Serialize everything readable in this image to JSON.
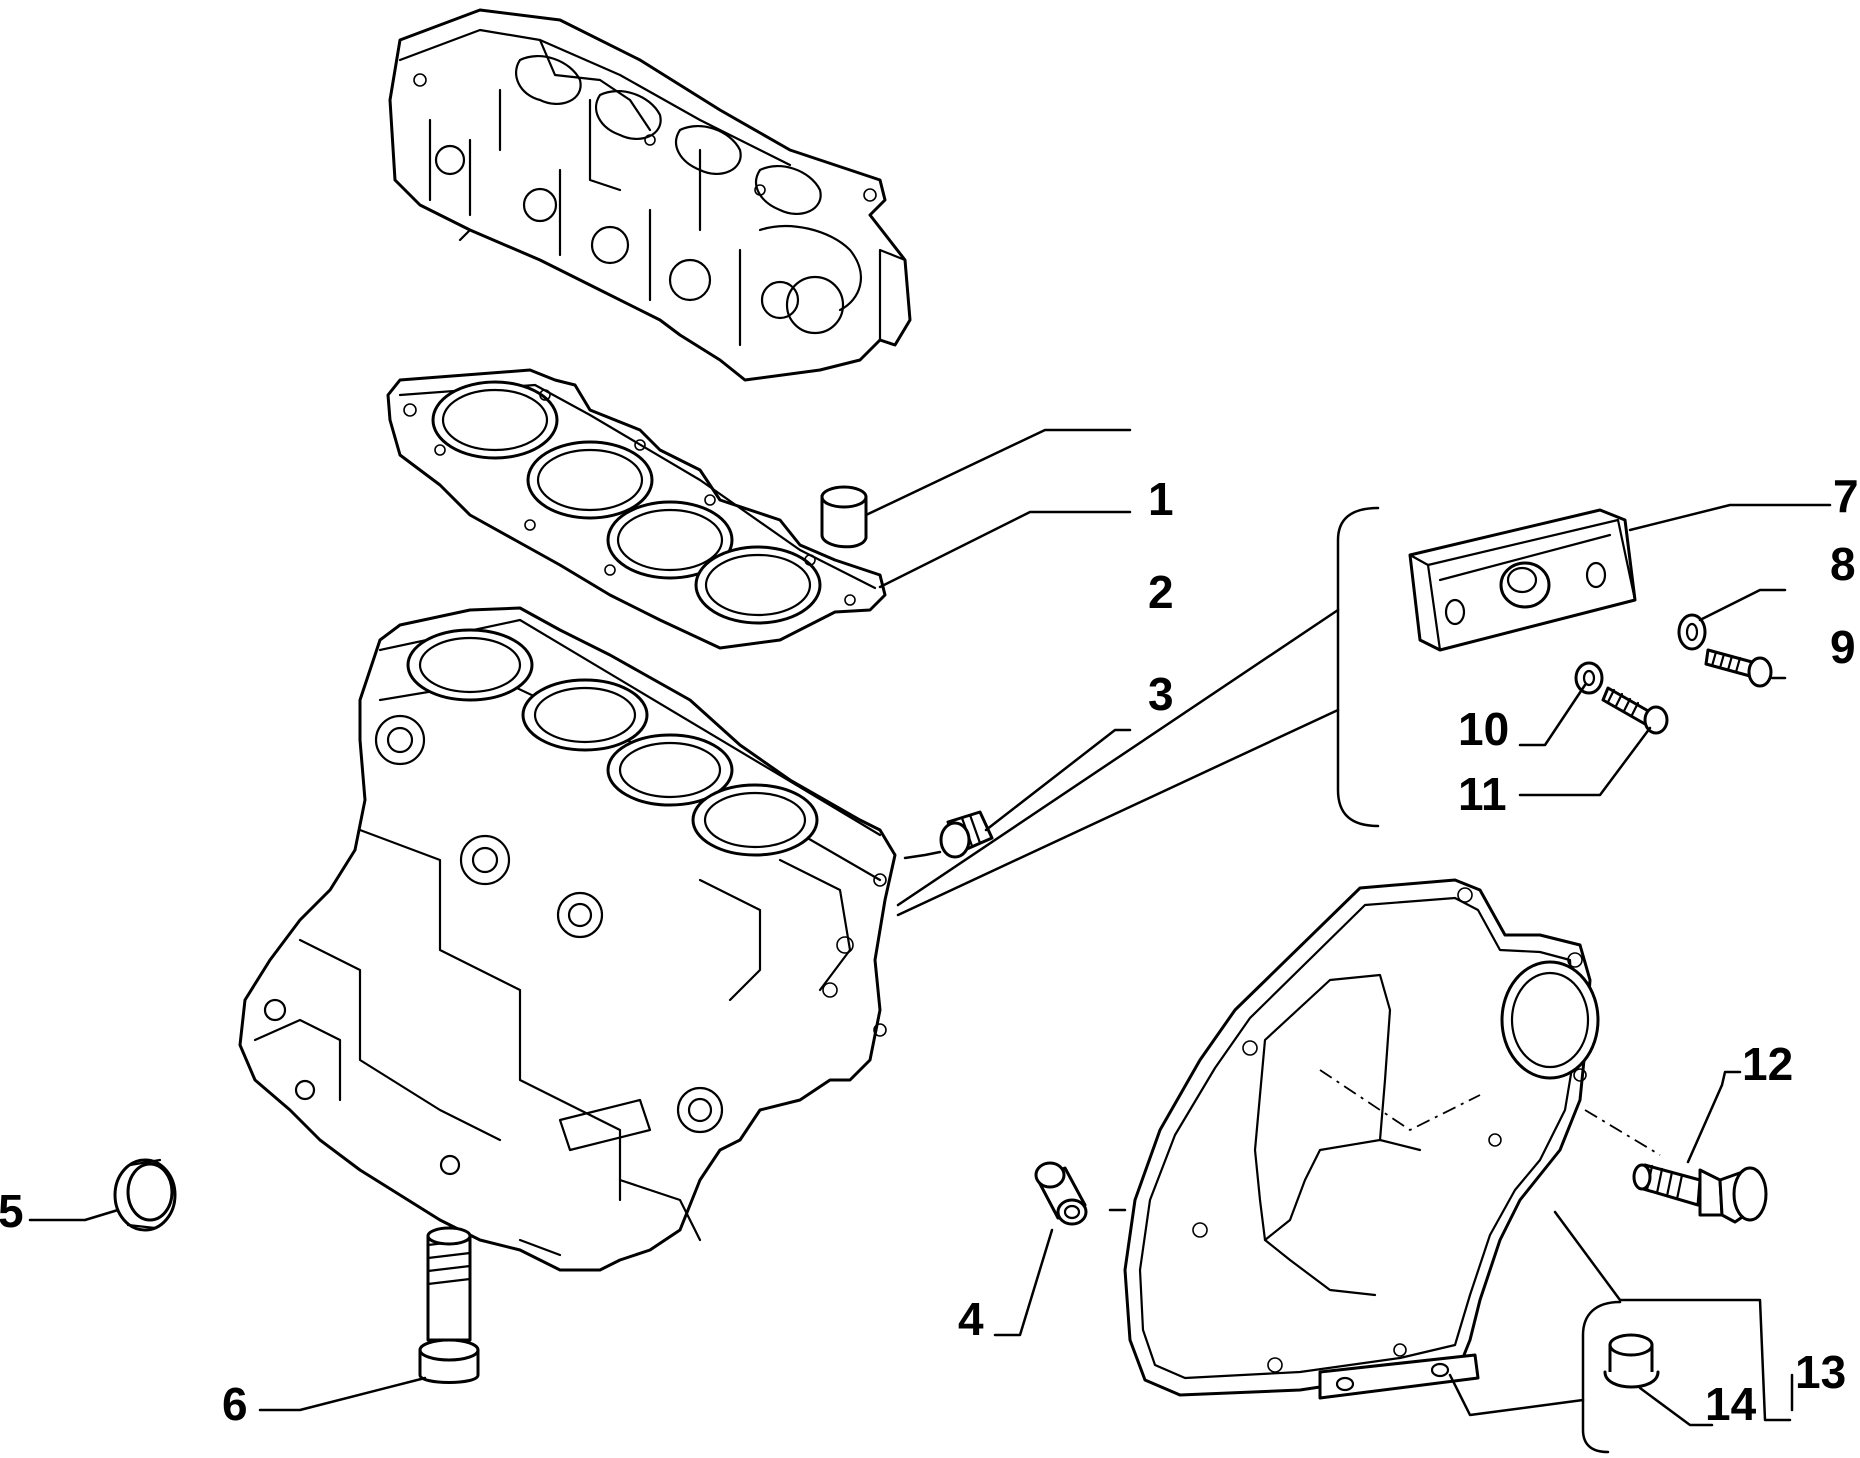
{
  "diagram": {
    "callouts": [
      {
        "id": "1",
        "label": "1"
      },
      {
        "id": "2",
        "label": "2"
      },
      {
        "id": "3",
        "label": "3"
      },
      {
        "id": "4",
        "label": "4"
      },
      {
        "id": "5",
        "label": "5"
      },
      {
        "id": "6",
        "label": "6"
      },
      {
        "id": "7",
        "label": "7"
      },
      {
        "id": "8",
        "label": "8"
      },
      {
        "id": "9",
        "label": "9"
      },
      {
        "id": "10",
        "label": "10"
      },
      {
        "id": "11",
        "label": "11"
      },
      {
        "id": "12",
        "label": "12"
      },
      {
        "id": "13",
        "label": "13"
      },
      {
        "id": "14",
        "label": "14"
      }
    ],
    "line_color": "#000000",
    "background_color": "#ffffff"
  }
}
